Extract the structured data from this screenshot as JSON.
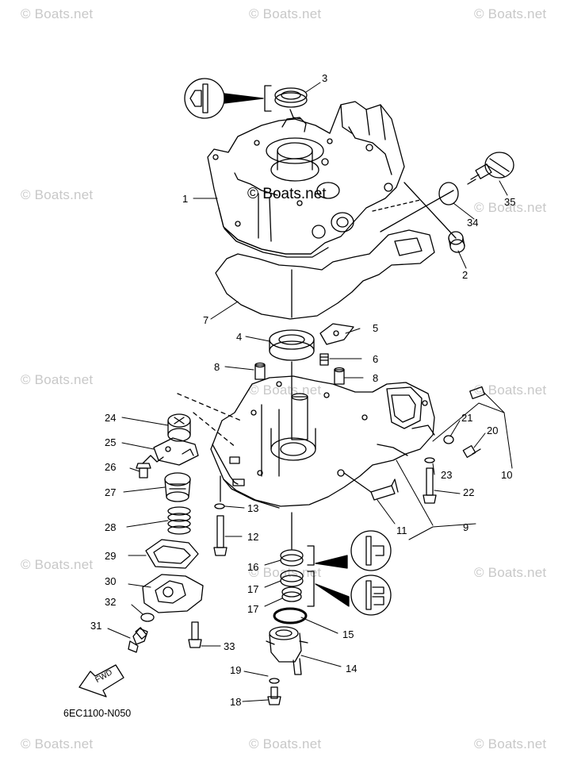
{
  "watermark": "© Boats.net",
  "center_watermark": "© Boats.net",
  "diagram_code": "6EC1100-N050",
  "fwd_label": "FWD",
  "callouts": [
    {
      "id": "c3",
      "text": "3"
    },
    {
      "id": "c1",
      "text": "1"
    },
    {
      "id": "c35",
      "text": "35"
    },
    {
      "id": "c34",
      "text": "34"
    },
    {
      "id": "c2",
      "text": "2"
    },
    {
      "id": "c7",
      "text": "7"
    },
    {
      "id": "c5",
      "text": "5"
    },
    {
      "id": "c4",
      "text": "4"
    },
    {
      "id": "c6",
      "text": "6"
    },
    {
      "id": "c8a",
      "text": "8"
    },
    {
      "id": "c8b",
      "text": "8"
    },
    {
      "id": "c24",
      "text": "24"
    },
    {
      "id": "c21",
      "text": "21"
    },
    {
      "id": "c20",
      "text": "20"
    },
    {
      "id": "c25",
      "text": "25"
    },
    {
      "id": "c26",
      "text": "26"
    },
    {
      "id": "c23",
      "text": "23"
    },
    {
      "id": "c10",
      "text": "10"
    },
    {
      "id": "c27",
      "text": "27"
    },
    {
      "id": "c22",
      "text": "22"
    },
    {
      "id": "c13",
      "text": "13"
    },
    {
      "id": "c28",
      "text": "28"
    },
    {
      "id": "c11",
      "text": "11"
    },
    {
      "id": "c9",
      "text": "9"
    },
    {
      "id": "c12",
      "text": "12"
    },
    {
      "id": "c29",
      "text": "29"
    },
    {
      "id": "c16",
      "text": "16"
    },
    {
      "id": "c30",
      "text": "30"
    },
    {
      "id": "c17a",
      "text": "17"
    },
    {
      "id": "c32",
      "text": "32"
    },
    {
      "id": "c17b",
      "text": "17"
    },
    {
      "id": "c31",
      "text": "31"
    },
    {
      "id": "c15",
      "text": "15"
    },
    {
      "id": "c33",
      "text": "33"
    },
    {
      "id": "c14",
      "text": "14"
    },
    {
      "id": "c19",
      "text": "19"
    },
    {
      "id": "c18",
      "text": "18"
    }
  ]
}
